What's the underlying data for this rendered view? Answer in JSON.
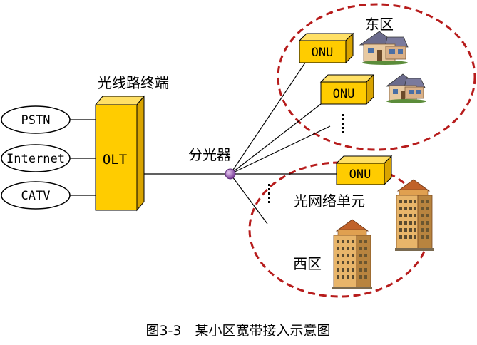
{
  "caption": "图3-3　某小区宽带接入示意图",
  "olt_title": "光线路终端",
  "olt_label": "OLT",
  "services": [
    "PSTN",
    "Internet",
    "CATV"
  ],
  "splitter_label": "分光器",
  "onu_label": "ONU",
  "onu_unit_label": "光网络单元",
  "east_zone": "东区",
  "west_zone": "西区",
  "colors": {
    "box_fill": "#ffcc00",
    "box_side": "#d9a400",
    "box_top": "#ffe066",
    "zone_border": "#b71c1c",
    "splitter": "#9b59b6"
  }
}
